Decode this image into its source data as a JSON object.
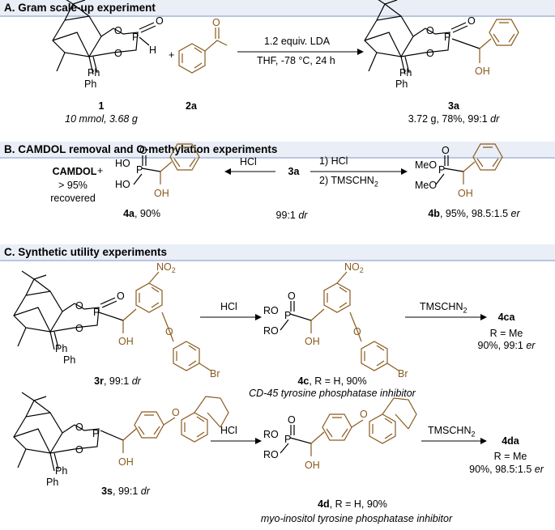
{
  "sections": {
    "a": {
      "title": "A. Gram scale-up experiment"
    },
    "b": {
      "title": "B. CAMDOL removal and O-methylation experiments"
    },
    "c": {
      "title": "C. Synthetic utility experiments"
    }
  },
  "atoms": {
    "O": "O",
    "P": "P",
    "H": "H",
    "Ph": "Ph",
    "OH": "OH",
    "HO": "HO",
    "RO": "RO",
    "MeO": "MeO",
    "NO2": "NO",
    "NO2_sub": "2",
    "Br": "Br",
    "plus": "+"
  },
  "scheme_a": {
    "cmpd1": {
      "id": "1",
      "note": "10 mmol, 3.68 g"
    },
    "cmpd2a": {
      "id": "2a"
    },
    "reagent_top": "1.2 equiv. LDA",
    "reagent_bottom": "THF, -78 °C, 24 h",
    "cmpd3a": {
      "id": "3a",
      "note_pre": "3.72 g, 78%, 99:1 ",
      "note_dr": "dr"
    }
  },
  "scheme_b": {
    "camdol": "CAMDOL",
    "camdol_note1": "> 95%",
    "camdol_note2": "recovered",
    "hcl_left": "HCl",
    "center_id": "3a",
    "center_note_pre": "99:1 ",
    "center_note_dr": "dr",
    "step1": "1) HCl",
    "step2": "2) TMSCHN",
    "step2_sub": "2",
    "cmpd4a": {
      "id": "4a",
      "note": ", 90%"
    },
    "cmpd4b": {
      "id": "4b",
      "note_pre": ", 95%, 98.5:1.5 ",
      "note_er": "er"
    }
  },
  "scheme_c": {
    "row1": {
      "start": {
        "id": "3r",
        "note_pre": ", 99:1 ",
        "note_dr": "dr"
      },
      "reagent1": "HCl",
      "product": {
        "id": "4c",
        "note": ", R = H,  90%",
        "caption": "CD-45 tyrosine phosphatase inhibitor"
      },
      "reagent2": "TMSCHN",
      "reagent2_sub": "2",
      "final": {
        "id": "4ca",
        "r": "R = Me",
        "note_pre": "90%, 99:1 ",
        "note_er": "er"
      }
    },
    "row2": {
      "start": {
        "id": "3s",
        "note_pre": ", 99:1 ",
        "note_dr": "dr"
      },
      "reagent1": "HCl",
      "product": {
        "id": "4d",
        "note": ", R = H, 90%",
        "caption": "myo-inositol tyrosine phosphatase inhibitor"
      },
      "reagent2": "TMSCHN",
      "reagent2_sub": "2",
      "final": {
        "id": "4da",
        "r": "R = Me",
        "note_pre": "90%, 98.5:1.5 ",
        "note_er": "er"
      }
    }
  },
  "colors": {
    "band": "#eaeef6",
    "band_rule": "#b9c6e2",
    "brown": "#8a5a1e"
  }
}
